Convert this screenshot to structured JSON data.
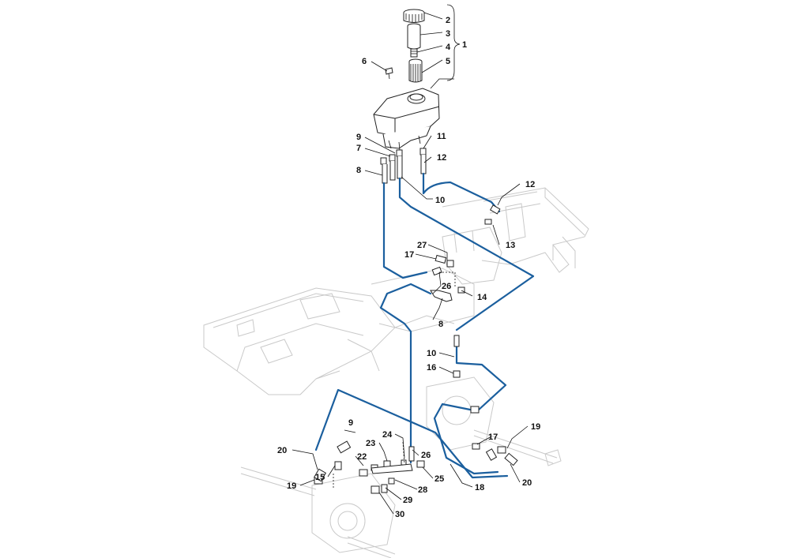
{
  "diagram": {
    "callouts": [
      {
        "id": "c2",
        "text": "2"
      },
      {
        "id": "c3",
        "text": "3"
      },
      {
        "id": "c4",
        "text": "4"
      },
      {
        "id": "c5",
        "text": "5"
      },
      {
        "id": "c1",
        "text": "1"
      },
      {
        "id": "c6",
        "text": "6"
      },
      {
        "id": "c9",
        "text": "9"
      },
      {
        "id": "c7",
        "text": "7"
      },
      {
        "id": "c8a",
        "text": "8"
      },
      {
        "id": "c11",
        "text": "11"
      },
      {
        "id": "c12a",
        "text": "12"
      },
      {
        "id": "c10a",
        "text": "10"
      },
      {
        "id": "c12b",
        "text": "12"
      },
      {
        "id": "c13",
        "text": "13"
      },
      {
        "id": "c27",
        "text": "27"
      },
      {
        "id": "c17a",
        "text": "17"
      },
      {
        "id": "c26a",
        "text": "26"
      },
      {
        "id": "c14",
        "text": "14"
      },
      {
        "id": "c8b",
        "text": "8"
      },
      {
        "id": "c10b",
        "text": "10"
      },
      {
        "id": "c16",
        "text": "16"
      },
      {
        "id": "c9b",
        "text": "9"
      },
      {
        "id": "c24",
        "text": "24"
      },
      {
        "id": "c23",
        "text": "23"
      },
      {
        "id": "c22",
        "text": "22"
      },
      {
        "id": "c26b",
        "text": "26"
      },
      {
        "id": "c20a",
        "text": "20"
      },
      {
        "id": "c15",
        "text": "15"
      },
      {
        "id": "c19a",
        "text": "19"
      },
      {
        "id": "c25",
        "text": "25"
      },
      {
        "id": "c28",
        "text": "28"
      },
      {
        "id": "c29",
        "text": "29"
      },
      {
        "id": "c30",
        "text": "30"
      },
      {
        "id": "c18",
        "text": "18"
      },
      {
        "id": "c17b",
        "text": "17"
      },
      {
        "id": "c19b",
        "text": "19"
      },
      {
        "id": "c20b",
        "text": "20"
      }
    ]
  },
  "colors": {
    "hose": "#1b5f9e",
    "frame_ghost": "#c9c9c9",
    "line": "#222222"
  },
  "icons": [
    "filler-cap-icon",
    "filter-element-icon",
    "reservoir-tank-icon",
    "hydraulic-pump-icon",
    "hose-fitting-icon"
  ]
}
